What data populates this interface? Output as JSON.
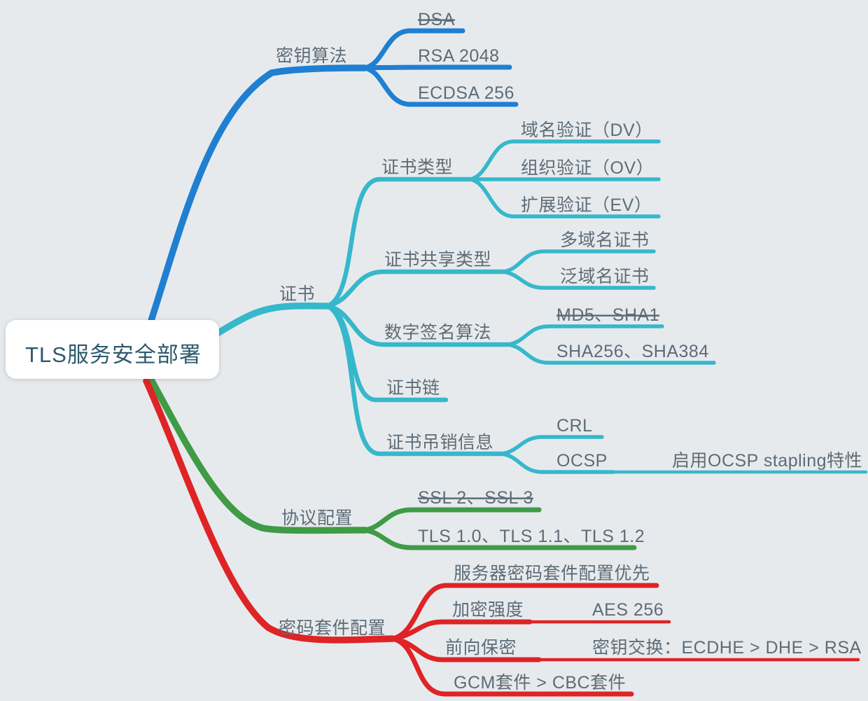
{
  "colors": {
    "background": "#e7eaed",
    "blue": "#1f7fd2",
    "cyan": "#36b8cb",
    "green": "#3f9b45",
    "red": "#de2426",
    "text": "#5d6c77",
    "root_text": "#2e5a6c",
    "root_fill": "#ffffff"
  },
  "map": {
    "root": {
      "label": "TLS服务安全部署"
    },
    "branches": [
      {
        "label": "密钥算法",
        "color": "#1f7fd2",
        "children": [
          {
            "label": "DSA",
            "deprecated": true
          },
          {
            "label": "RSA 2048"
          },
          {
            "label": "ECDSA 256"
          }
        ]
      },
      {
        "label": "证书",
        "color": "#36b8cb",
        "children": [
          {
            "label": "证书类型",
            "children": [
              {
                "label": "域名验证（DV）"
              },
              {
                "label": "组织验证（OV）"
              },
              {
                "label": "扩展验证（EV）"
              }
            ]
          },
          {
            "label": "证书共享类型",
            "children": [
              {
                "label": "多域名证书"
              },
              {
                "label": "泛域名证书"
              }
            ]
          },
          {
            "label": "数字签名算法",
            "children": [
              {
                "label": "MD5、SHA1",
                "deprecated": true
              },
              {
                "label": "SHA256、SHA384"
              }
            ]
          },
          {
            "label": "证书链"
          },
          {
            "label": "证书吊销信息",
            "children": [
              {
                "label": "CRL"
              },
              {
                "label": "OCSP",
                "children": [
                  {
                    "label": "启用OCSP stapling特性"
                  }
                ]
              }
            ]
          }
        ]
      },
      {
        "label": "协议配置",
        "color": "#3f9b45",
        "children": [
          {
            "label": "SSL 2、SSL 3",
            "deprecated": true
          },
          {
            "label": "TLS 1.0、TLS 1.1、TLS 1.2"
          }
        ]
      },
      {
        "label": "密码套件配置",
        "color": "#de2426",
        "children": [
          {
            "label": "服务器密码套件配置优先"
          },
          {
            "label": "加密强度",
            "children": [
              {
                "label": "AES 256"
              }
            ]
          },
          {
            "label": "前向保密",
            "children": [
              {
                "label": "密钥交换：ECDHE > DHE > RSA"
              }
            ]
          },
          {
            "label": "GCM套件 > CBC套件"
          }
        ]
      }
    ]
  }
}
